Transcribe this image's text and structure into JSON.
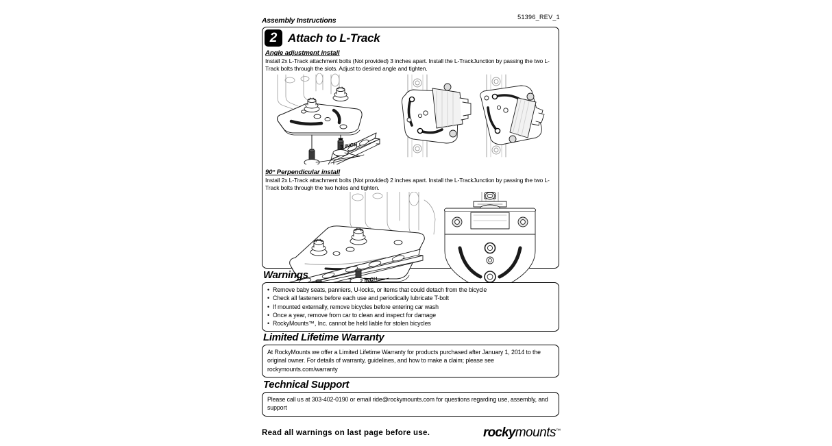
{
  "header": {
    "title": "Assembly Instructions",
    "revision": "51396_REV_1"
  },
  "step": {
    "number": "2",
    "title": "Attach to L-Track",
    "sections": [
      {
        "heading": "Angle adjustment install",
        "body": "Install 2x L-Track attachment bolts (Not provided)  3 inches apart.  Install the L-TrackJunction by passing the two L-Track bolts through the slots. Adjust to desired angle and tighten.",
        "dimension_label": "3 INCH"
      },
      {
        "heading": "90° Perpendicular install",
        "body": "Install 2x L-Track attachment bolts (Not provided)  2 inches apart.  Install the L-TrackJunction by passing the two L-Track bolts through the two holes and tighten.",
        "dimension_label": "2 INCH"
      }
    ]
  },
  "warnings": {
    "title": "Warnings",
    "items": [
      "Remove baby seats, panniers, U-locks, or items that could detach from the bicycle",
      "Check all fasteners before each use and periodically lubricate T-bolt",
      "If mounted externally, remove bicycles before entering car wash",
      "Once a year, remove from car to clean and inspect for damage",
      "RockyMounts™, Inc. cannot be held liable for stolen bicycles"
    ]
  },
  "warranty": {
    "title": "Limited Lifetime Warranty",
    "text": "At RockyMounts we offer a Limited Lifetime Warranty for products purchased after January 1, 2014 to the original owner. For details of warranty, guidelines, and how to make a claim; please see rockymounts.com/warranty"
  },
  "support": {
    "title": "Technical Support",
    "text": "Please call us at 303-402-0190 or email ride@rockymounts.com for questions regarding use, assembly, and support"
  },
  "footer": {
    "note": "Read all warnings on last page before use.",
    "logo_bold": "rocky",
    "logo_light": "mounts",
    "logo_tm": "™"
  },
  "colors": {
    "ink": "#000000",
    "paper": "#ffffff",
    "line_art": "#1a1a1a",
    "line_art_light": "#8a8a8a"
  }
}
